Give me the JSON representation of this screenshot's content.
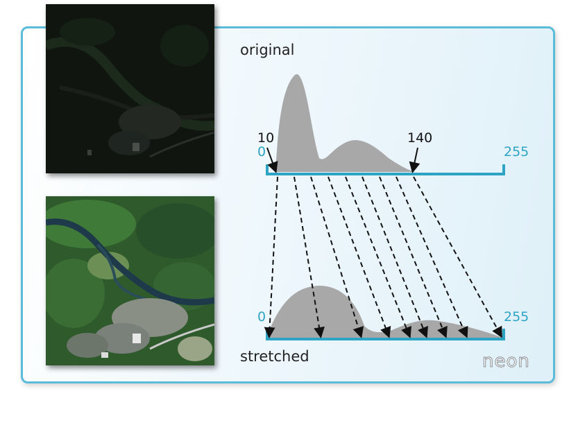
{
  "labels": {
    "original": "original",
    "stretched": "stretched"
  },
  "original_axis": {
    "min": "0",
    "max": "255"
  },
  "stretched_axis": {
    "min": "0",
    "max": "255"
  },
  "markers": {
    "low": "10",
    "high": "140"
  },
  "logo": "neon",
  "colors": {
    "accent": "#2ea4c4",
    "histogram_fill": "#a8a8a8",
    "panel_border": "#5bbcd9"
  }
}
